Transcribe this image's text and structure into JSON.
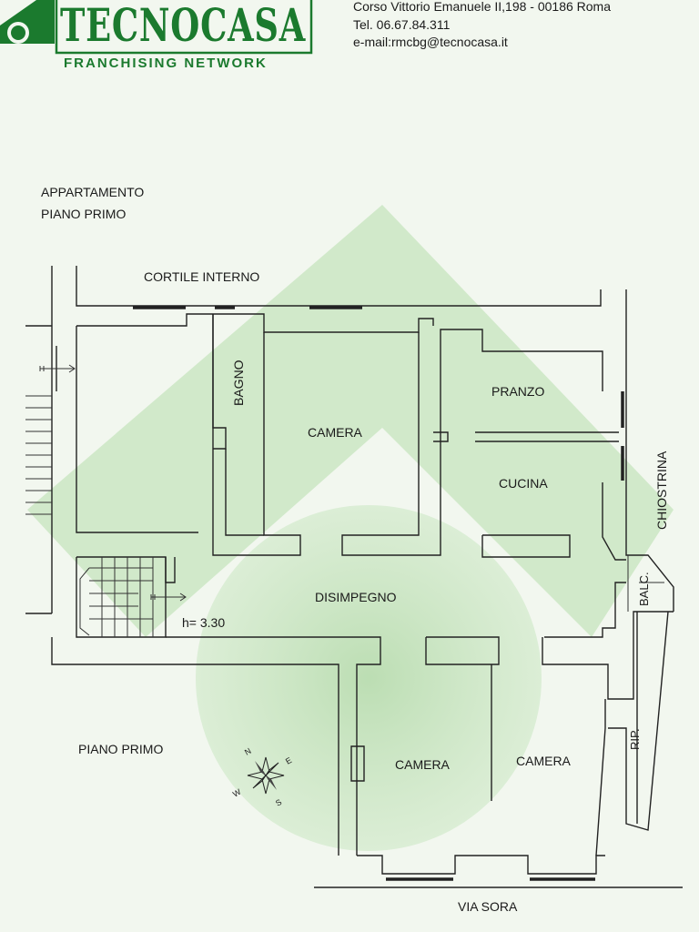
{
  "header": {
    "brand": "TECNOCASA",
    "network": "FRANCHISING NETWORK",
    "address": "Corso Vittorio Emanuele II,198 - 00186 Roma",
    "phone": "Tel. 06.67.84.311",
    "email": "e-mail:rmcbg@tecnocasa.it"
  },
  "plan": {
    "title_line1": "APPARTAMENTO",
    "title_line2": "PIANO PRIMO",
    "labels": {
      "cortile": "CORTILE INTERNO",
      "bagno": "BAGNO",
      "camera_top": "CAMERA",
      "pranzo": "PRANZO",
      "cucina": "CUCINA",
      "chiostrina": "CHIOSTRINA",
      "disimpegno": "DISIMPEGNO",
      "height": "h= 3.30",
      "balc": "BALC.",
      "piano_primo": "PIANO PRIMO",
      "camera_left": "CAMERA",
      "camera_right": "CAMERA",
      "rip": "RIP.",
      "via": "VIA SORA"
    },
    "compass": {
      "n": "N",
      "e": "E",
      "s": "S",
      "w": "W"
    }
  },
  "colors": {
    "brand_green": "#1b7a2e",
    "watermark_green": "#bfe0b6",
    "background": "#f2f7ef"
  }
}
